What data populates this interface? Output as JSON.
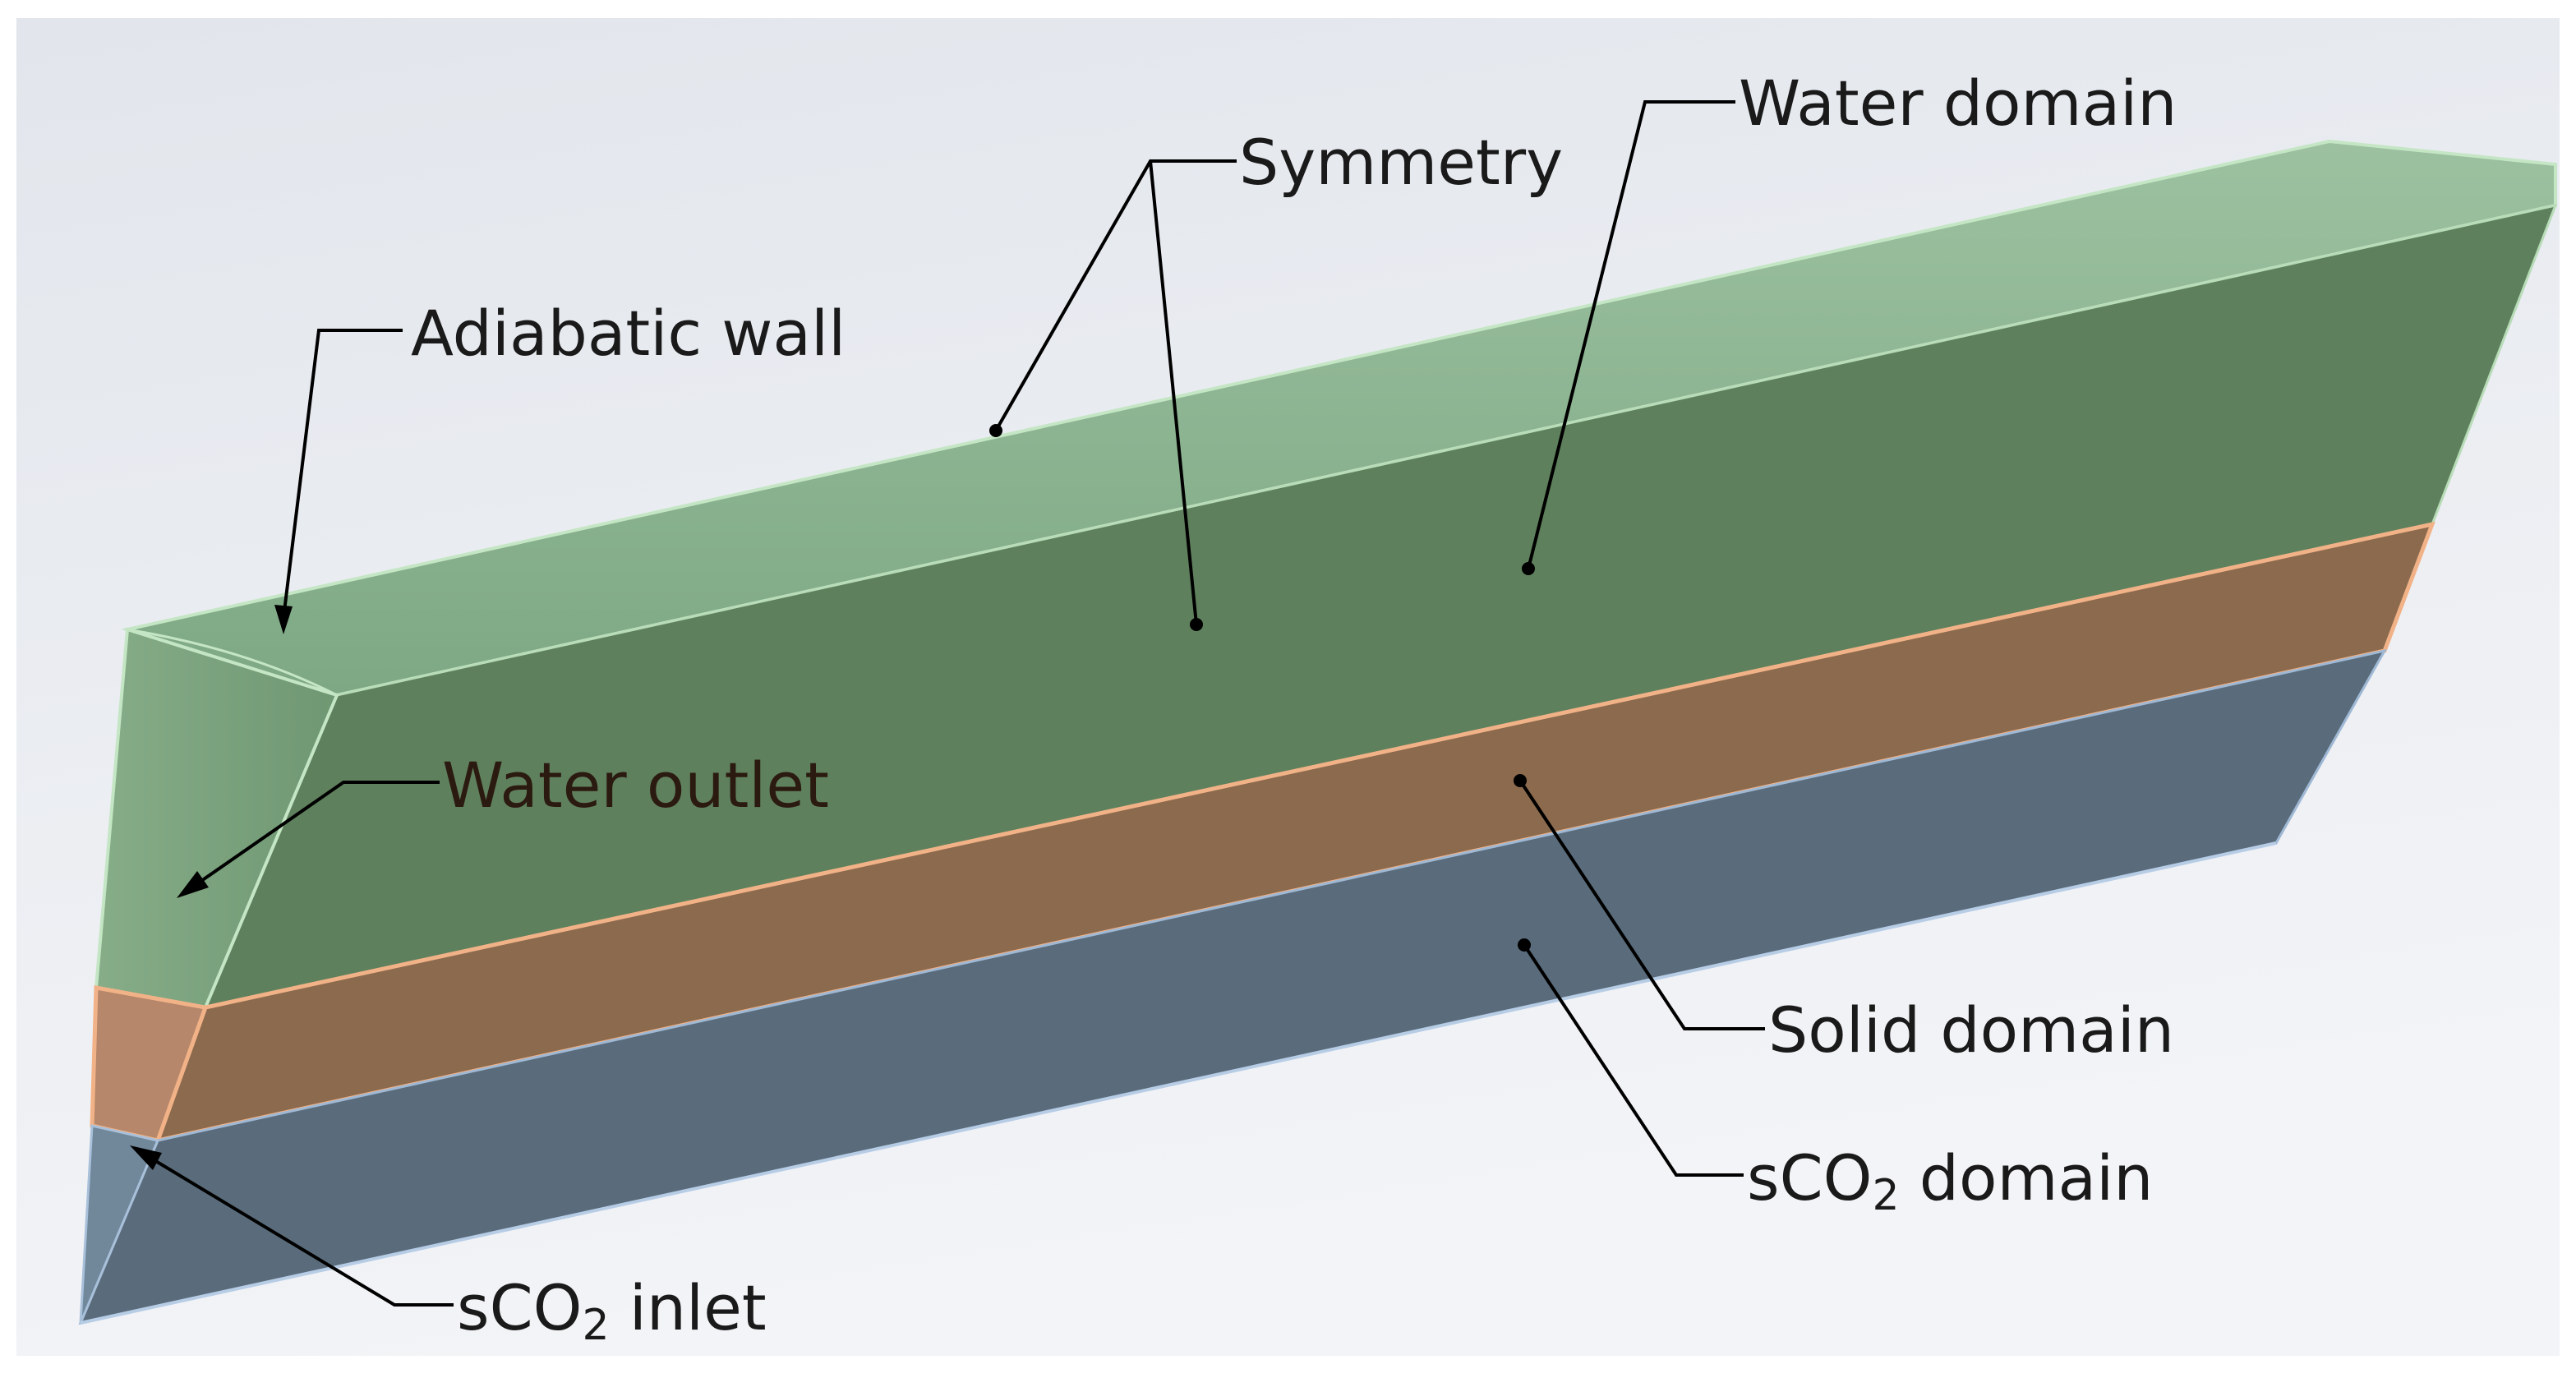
{
  "labels": {
    "symmetry": "Symmetry",
    "water_domain": "Water domain",
    "adiabatic_wall": "Adiabatic wall",
    "water_outlet": "Water outlet",
    "solid_domain": "Solid domain",
    "sco2_domain_prefix": "sCO",
    "sco2_domain_sub": "2",
    "sco2_domain_suffix": " domain",
    "sco2_inlet_prefix": "sCO",
    "sco2_inlet_sub": "2",
    "sco2_inlet_suffix": " inlet"
  },
  "colors": {
    "background_top": "#e4e7ec",
    "background_bottom": "#f2f3f6",
    "water_top_face": "#8db592",
    "water_side_face": "#5e7f5c",
    "water_end_face": "#7ea57f",
    "solid_face": "#8c6b4e",
    "solid_end_face": "#b5876a",
    "solid_edge": "#f4b48a",
    "sco2_face": "#5a6d7c",
    "sco2_end_face": "#6d8294",
    "water_edge": "#bfe4bf"
  }
}
